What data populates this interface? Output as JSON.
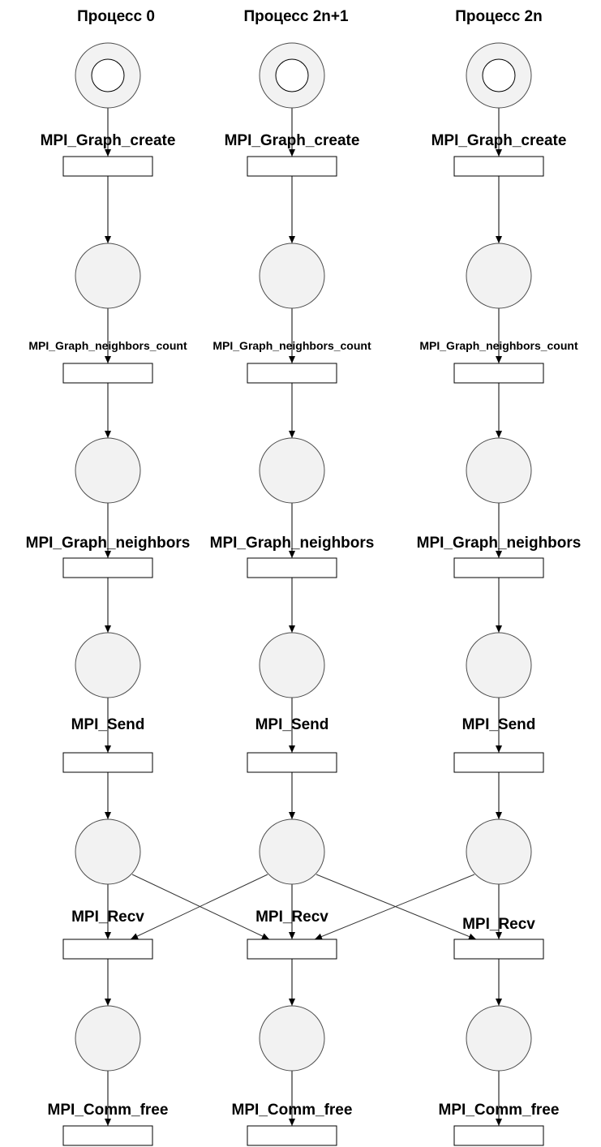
{
  "processes": [
    {
      "title": "Процесс 0",
      "transitions": [
        "MPI_Graph_create",
        "MPI_Graph_neighbors_count",
        "MPI_Graph_neighbors",
        "MPI_Send",
        "MPI_Recv",
        "MPI_Comm_free"
      ]
    },
    {
      "title": "Процесс 2n+1",
      "transitions": [
        "MPI_Graph_create",
        "MPI_Graph_neighbors_count",
        "MPI_Graph_neighbors",
        "MPI_Send",
        "MPI_Recv",
        "MPI_Comm_free"
      ]
    },
    {
      "title": "Процесс 2n",
      "transitions": [
        "MPI_Graph_create",
        "MPI_Graph_neighbors_count",
        "MPI_Graph_neighbors",
        "MPI_Send",
        "MPI_Recv",
        "MPI_Comm_free"
      ]
    }
  ],
  "cross_links": [
    {
      "from_process": 0,
      "to_process": 1
    },
    {
      "from_process": 1,
      "to_process": 0
    },
    {
      "from_process": 1,
      "to_process": 2
    },
    {
      "from_process": 2,
      "to_process": 1
    }
  ]
}
